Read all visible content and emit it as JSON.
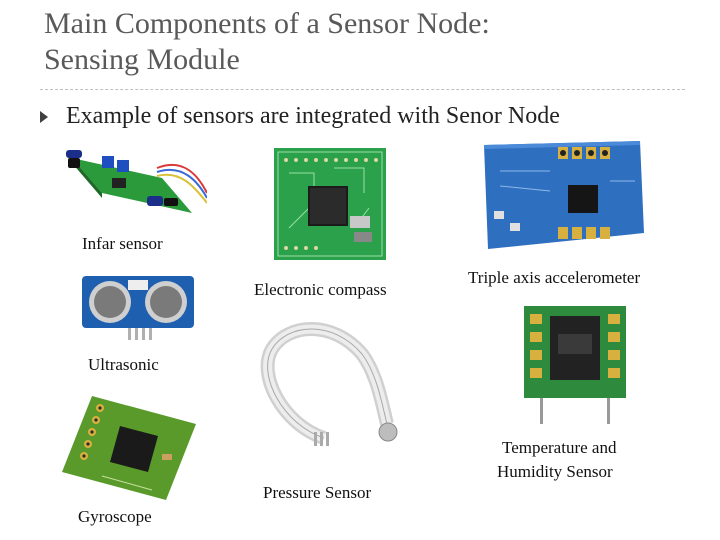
{
  "slide": {
    "title_line1": "Main Components of a Sensor Node:",
    "title_line2": "Sensing Module",
    "bullet": "Example of sensors are integrated with Senor Node"
  },
  "sensors": {
    "infrared": "Infar sensor",
    "compass": "Electronic compass",
    "accelerometer": "Triple axis accelerometer",
    "ultrasonic": "Ultrasonic",
    "temp_humidity_line1": "Temperature and",
    "temp_humidity_line2": "Humidity Sensor",
    "pressure": "Pressure Sensor",
    "gyroscope": "Gyroscope"
  },
  "colors": {
    "title": "#595959",
    "pcb_green": "#2a9a3a",
    "pcb_blue": "#2f6fbf"
  }
}
